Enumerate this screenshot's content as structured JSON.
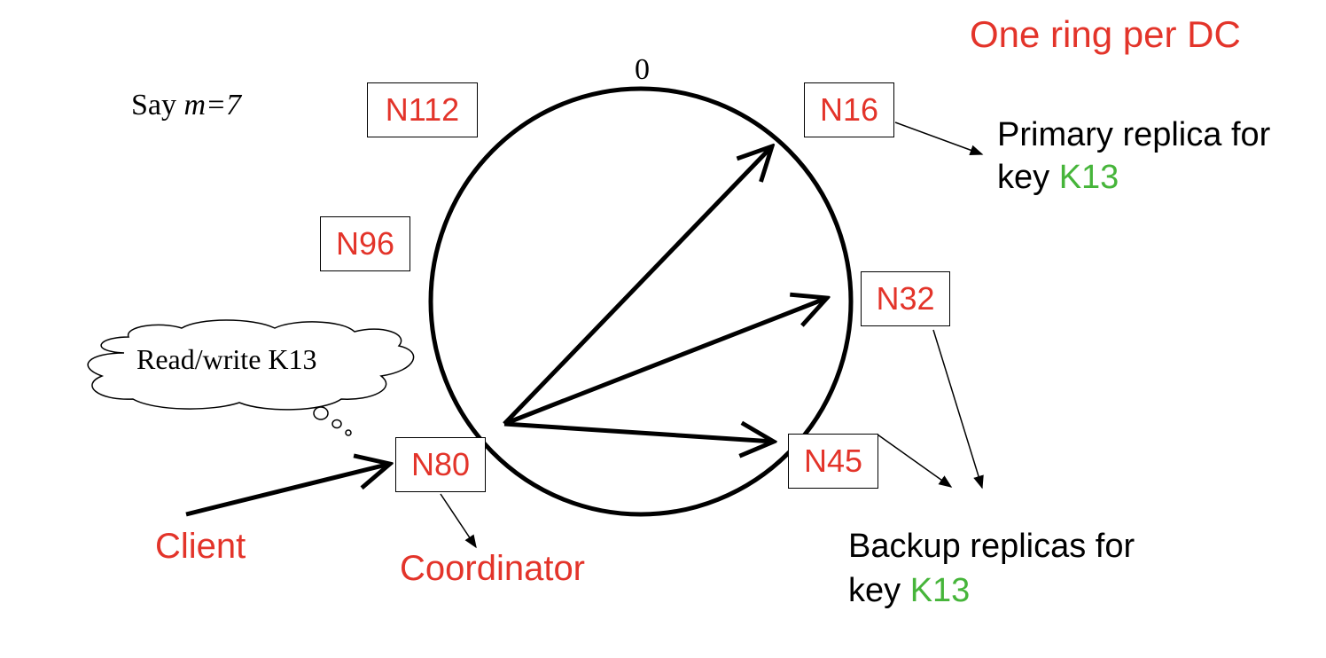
{
  "title": "One ring per DC",
  "say_prefix": "Say ",
  "say_var": "m",
  "say_suffix": "=7",
  "zero_label": "0",
  "cloud_text": "Read/write K13",
  "nodes": [
    {
      "id": "N16"
    },
    {
      "id": "N32"
    },
    {
      "id": "N45"
    },
    {
      "id": "N80"
    },
    {
      "id": "N96"
    },
    {
      "id": "N112"
    }
  ],
  "client_label": "Client",
  "coordinator_label": "Coordinator",
  "primary": {
    "line1": "Primary replica for",
    "line2_prefix": "key ",
    "key": "K13"
  },
  "backup": {
    "line1": "Backup replicas for",
    "line2_prefix": "key ",
    "key": "K13"
  },
  "colors": {
    "node_text": "#e3342a",
    "key_text": "#46b53a",
    "line": "#000000"
  }
}
